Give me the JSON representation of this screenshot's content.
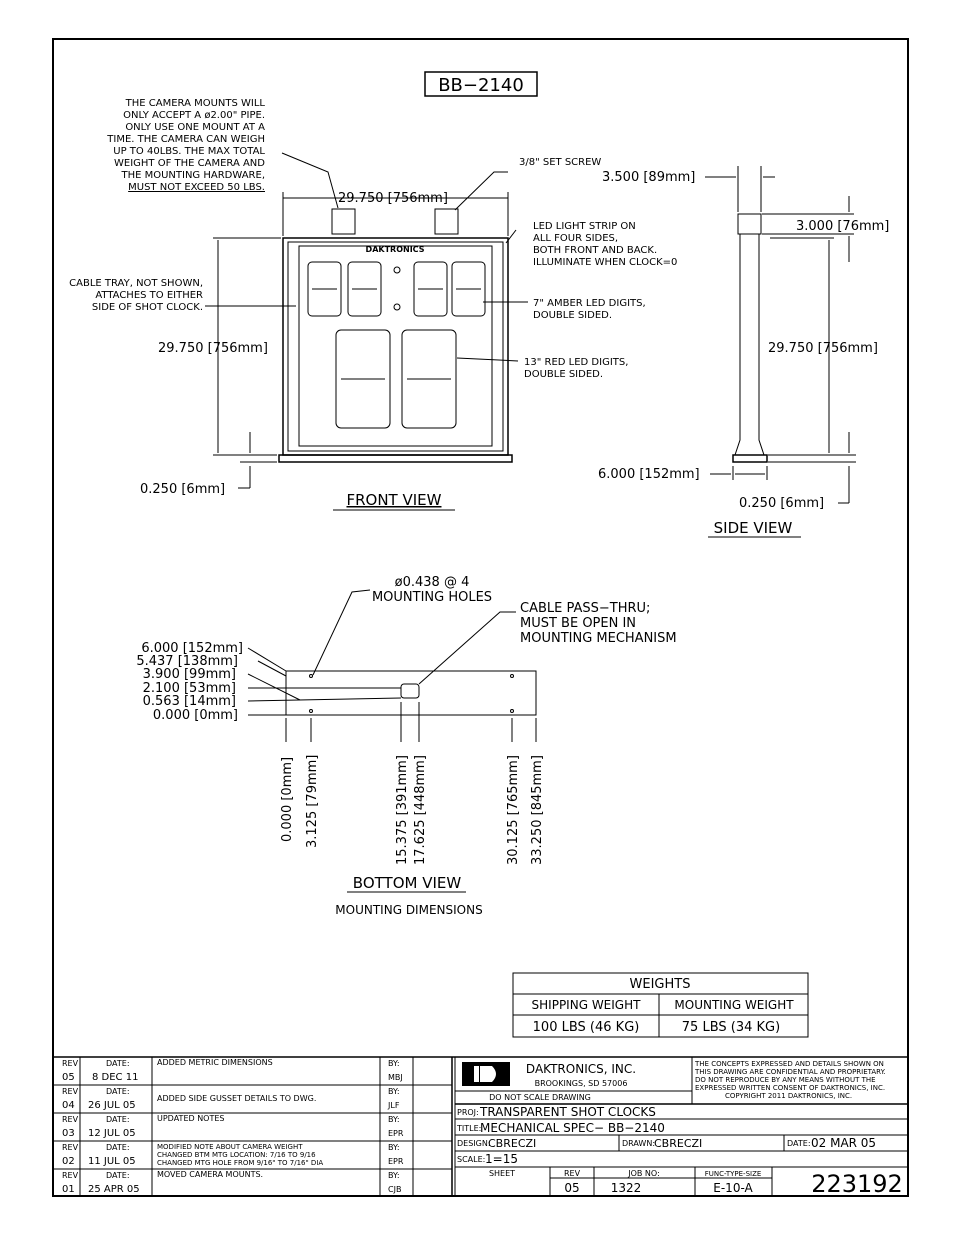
{
  "drawing": {
    "part_label": "BB−2140",
    "front_view_label": "FRONT VIEW",
    "side_view_label": "SIDE VIEW",
    "bottom_view_label": "BOTTOM VIEW",
    "bottom_view_sub": "MOUNTING DIMENSIONS",
    "brand_on_display": "DAKTRONICS"
  },
  "notes": {
    "camera_note": [
      "THE CAMERA MOUNTS WILL",
      "ONLY ACCEPT A ø2.00\" PIPE.",
      "ONLY USE ONE MOUNT AT A",
      "TIME. THE CAMERA CAN WEIGH",
      "UP TO 40LBS.  THE MAX TOTAL",
      "WEIGHT OF THE CAMERA AND",
      "THE MOUNTING HARDWARE,",
      "MUST NOT EXCEED 50 LBS."
    ],
    "set_screw": "3/8\" SET SCREW",
    "led_strip": [
      "LED LIGHT STRIP ON",
      "ALL FOUR SIDES,",
      "BOTH FRONT AND BACK.",
      "ILLUMINATE WHEN CLOCK=0"
    ],
    "cable_tray": [
      "CABLE TRAY, NOT SHOWN,",
      "ATTACHES TO EITHER",
      "SIDE OF SHOT CLOCK."
    ],
    "amber_digits": [
      "7\" AMBER LED DIGITS,",
      "DOUBLE SIDED."
    ],
    "red_digits": [
      "13\" RED LED DIGITS,",
      "DOUBLE SIDED."
    ],
    "mounting_holes": [
      "ø0.438 @ 4",
      "MOUNTING HOLES"
    ],
    "cable_pass": [
      "CABLE PASS−THRU;",
      "MUST BE OPEN IN",
      "MOUNTING MECHANISM"
    ]
  },
  "dimensions": {
    "front_width": "29.750  [756mm]",
    "front_height": "29.750  [756mm]",
    "front_base": "0.250  [6mm]",
    "side_top": "3.500  [89mm]",
    "side_cap": "3.000  [76mm]",
    "side_height": "29.750  [756mm]",
    "side_base_width": "6.000  [152mm]",
    "side_base": "0.250  [6mm]",
    "bottom_y": [
      "6.000  [152mm]",
      "5.437  [138mm]",
      "3.900  [99mm]",
      "2.100  [53mm]",
      "0.563  [14mm]",
      "0.000  [0mm]"
    ],
    "bottom_x": [
      "0.000  [0mm]",
      "3.125  [79mm]",
      "15.375  [391mm]",
      "17.625  [448mm]",
      "30.125  [765mm]",
      "33.250  [845mm]"
    ]
  },
  "weights": {
    "title": "WEIGHTS",
    "col1": "SHIPPING  WEIGHT",
    "col2": "MOUNTING  WEIGHT",
    "val1": "100  LBS  (46  KG)",
    "val2": "75  LBS  (34  KG)"
  },
  "revisions": [
    {
      "rev_label": "REV",
      "rev": "05",
      "date_label": "DATE:",
      "date": "8  DEC  11",
      "desc": [
        "ADDED  METRIC  DIMENSIONS"
      ],
      "by_label": "BY:",
      "by": "MBJ"
    },
    {
      "rev_label": "REV",
      "rev": "04",
      "date_label": "DATE:",
      "date": "26  JUL  05",
      "desc": [
        "ADDED  SIDE  GUSSET  DETAILS  TO  DWG."
      ],
      "by_label": "BY:",
      "by": "JLF"
    },
    {
      "rev_label": "REV",
      "rev": "03",
      "date_label": "DATE:",
      "date": "12  JUL  05",
      "desc": [
        "UPDATED  NOTES"
      ],
      "by_label": "BY:",
      "by": "EPR"
    },
    {
      "rev_label": "REV",
      "rev": "02",
      "date_label": "DATE:",
      "date": "11  JUL  05",
      "desc": [
        "MODIFIED  NOTE  ABOUT  CAMERA  WEIGHT",
        "CHANGED  BTM  MTG  LOCATION:  7/16  TO  9/16",
        "CHANGED  MTG  HOLE  FROM  9/16\"  TO  7/16\"  DIA"
      ],
      "by_label": "BY:",
      "by": "EPR"
    },
    {
      "rev_label": "REV",
      "rev": "01",
      "date_label": "DATE:",
      "date": "25  APR  05",
      "desc": [
        "MOVED  CAMERA  MOUNTS."
      ],
      "by_label": "BY:",
      "by": "CJB"
    }
  ],
  "title_block": {
    "company": "DAKTRONICS,  INC.",
    "location": "BROOKINGS,  SD   57006",
    "do_not_scale": "DO  NOT  SCALE  DRAWING",
    "confidential": [
      "THE  CONCEPTS  EXPRESSED  AND  DETAILS  SHOWN  ON",
      "THIS  DRAWING  ARE  CONFIDENTIAL  AND  PROPRIETARY.",
      "DO  NOT  REPRODUCE  BY  ANY  MEANS  WITHOUT  THE",
      "EXPRESSED  WRITTEN  CONSENT  OF  DAKTRONICS,  INC.",
      "COPYRIGHT  2011  DAKTRONICS,  INC."
    ],
    "proj_label": "PROJ:",
    "proj": "TRANSPARENT  SHOT  CLOCKS",
    "title_label": "TITLE:",
    "title": "MECHANICAL  SPEC−  BB−2140",
    "design_label": "DESIGN:",
    "design": "CBRECZI",
    "drawn_label": "DRAWN:",
    "drawn": "CBRECZI",
    "date_label": "DATE:",
    "date": "02  MAR  05",
    "scale_label": "SCALE:",
    "scale": "1=15",
    "sheet_label": "SHEET",
    "rev_label": "REV",
    "rev": "05",
    "job_label": "JOB  NO:",
    "job": "1322",
    "func_label": "FUNC-TYPE-SIZE",
    "func": "E-10-A",
    "drawing_no": "223192"
  }
}
